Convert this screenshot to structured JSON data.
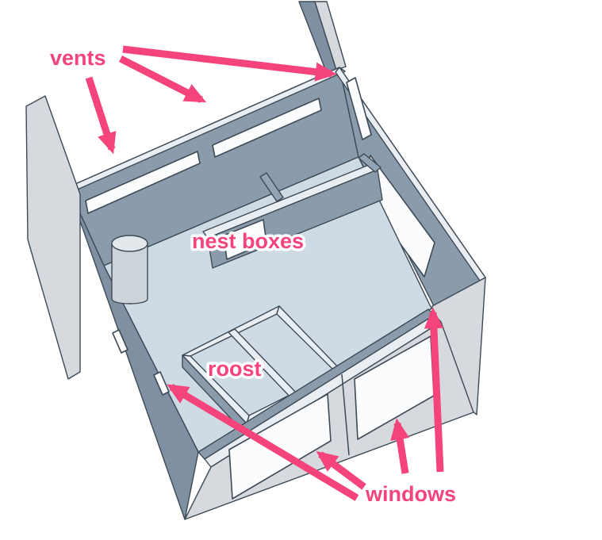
{
  "labels": {
    "vents": "vents",
    "nest_boxes": "nest boxes",
    "roost": "roost",
    "windows": "windows"
  },
  "colors": {
    "annotation_pink": "#f5437b",
    "label_outline": "#ffffff",
    "wall_blue": "#8a9cab",
    "wall_mid": "#93a5b4",
    "wall_dark": "#7e90a1",
    "top_light": "#e9eef2",
    "ext_gray": "#d6dade",
    "floor": "#cfdbe4",
    "opening": "#fbfcfd",
    "outline_dark": "#3e4a56",
    "cyl_body": "#ccd3d9",
    "cyl_top": "#e3e8ec",
    "background": "#ffffff"
  }
}
